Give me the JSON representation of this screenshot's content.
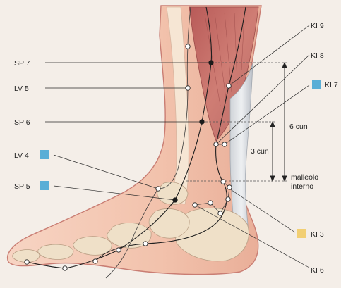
{
  "labels": {
    "sp7": "SP 7",
    "lv5": "LV 5",
    "sp6": "SP 6",
    "lv4": "LV 4",
    "sp5": "SP 5",
    "ki9": "KI 9",
    "ki8": "KI 8",
    "ki7": "KI 7",
    "ki3": "KI 3",
    "ki6": "KI 6",
    "cun6": "6 cun",
    "cun3": "3 cun",
    "malleolo_line1": "malleolo",
    "malleolo_line2": "interno"
  },
  "colors": {
    "marker_blue": "#5aaed6",
    "marker_yellow": "#f2cf73",
    "skin": "#f3c7b2",
    "bone": "#eee2cc",
    "muscle": "#c9706a",
    "tendon": "#d9dade"
  }
}
